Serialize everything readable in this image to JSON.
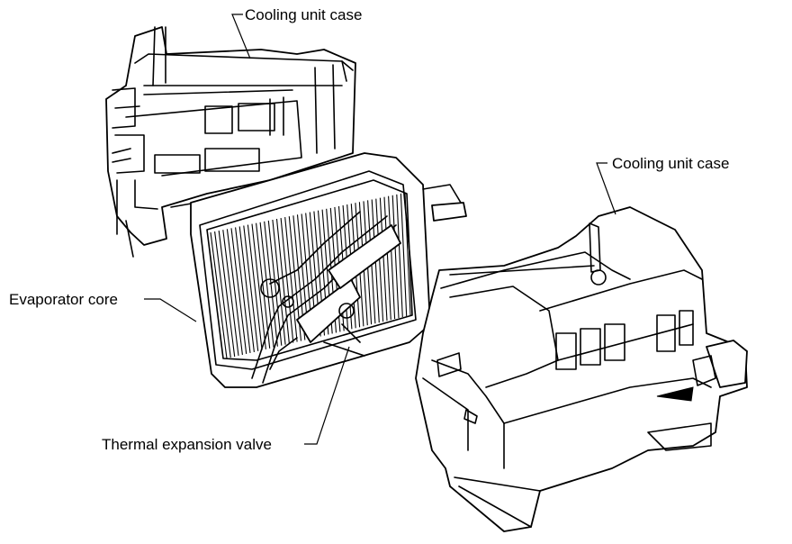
{
  "labels": {
    "cooling_unit_case_top": "Cooling unit case",
    "cooling_unit_case_right": "Cooling unit case",
    "evaporator_core": "Evaporator core",
    "thermal_expansion_valve": "Thermal expansion valve"
  }
}
